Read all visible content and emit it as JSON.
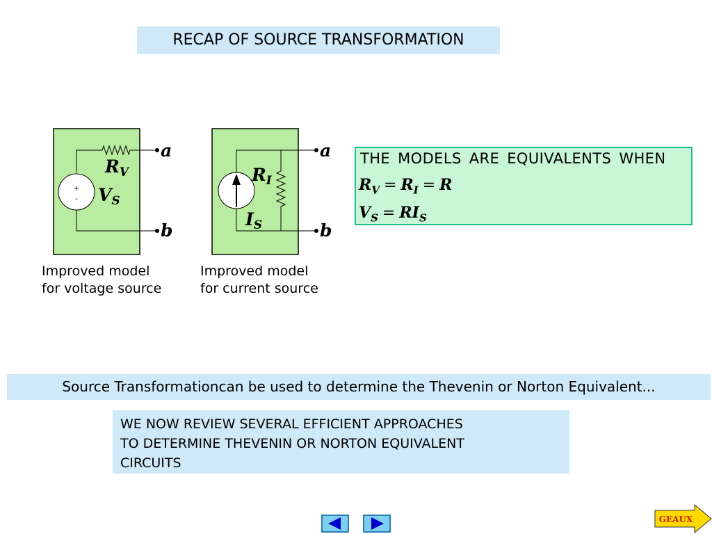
{
  "title": "RECAP OF SOURCE TRANSFORMATION",
  "circuit_voltage": {
    "resistor_label": "R",
    "resistor_sub": "V",
    "source_label": "V",
    "source_sub": "S",
    "plus": "+",
    "minus": "-",
    "terminal_top": "a",
    "terminal_bottom": "b",
    "caption_line1": "Improved model",
    "caption_line2": "for voltage source"
  },
  "circuit_current": {
    "resistor_label": "R",
    "resistor_sub": "I",
    "source_label": "I",
    "source_sub": "S",
    "terminal_top": "a",
    "terminal_bottom": "b",
    "caption_line1": "Improved model",
    "caption_line2": "for current source"
  },
  "equivalence": {
    "heading": "THE MODELS ARE EQUIVALENTS WHEN",
    "eq1": {
      "a": "R",
      "a_sub": "V",
      "op1": "=",
      "b": "R",
      "b_sub": "I",
      "op2": "=",
      "c": "R"
    },
    "eq2": {
      "a": "V",
      "a_sub": "S",
      "op": "=",
      "b": "RI",
      "b_sub": "S"
    }
  },
  "banner": "Source Transformationcan be used to determine the Thevenin or Norton Equivalent...",
  "review": {
    "line1": "WE NOW REVIEW SEVERAL EFFICIENT APPROACHES",
    "line2": "TO DETERMINE THEVENIN OR NORTON EQUIVALENT",
    "line3": "CIRCUITS"
  },
  "nav": {
    "geaux_label": "GEAUX"
  },
  "colors": {
    "circuit_fill": "#b8eca0",
    "title_bg": "#cfe9f9",
    "eq_bg": "#c8f6d6",
    "eq_border": "#1fbf8f",
    "nav_fill": "#7fd0f0",
    "nav_arrow": "#0000cc",
    "geaux_fill": "#ffd900",
    "geaux_text": "#cc2200"
  }
}
